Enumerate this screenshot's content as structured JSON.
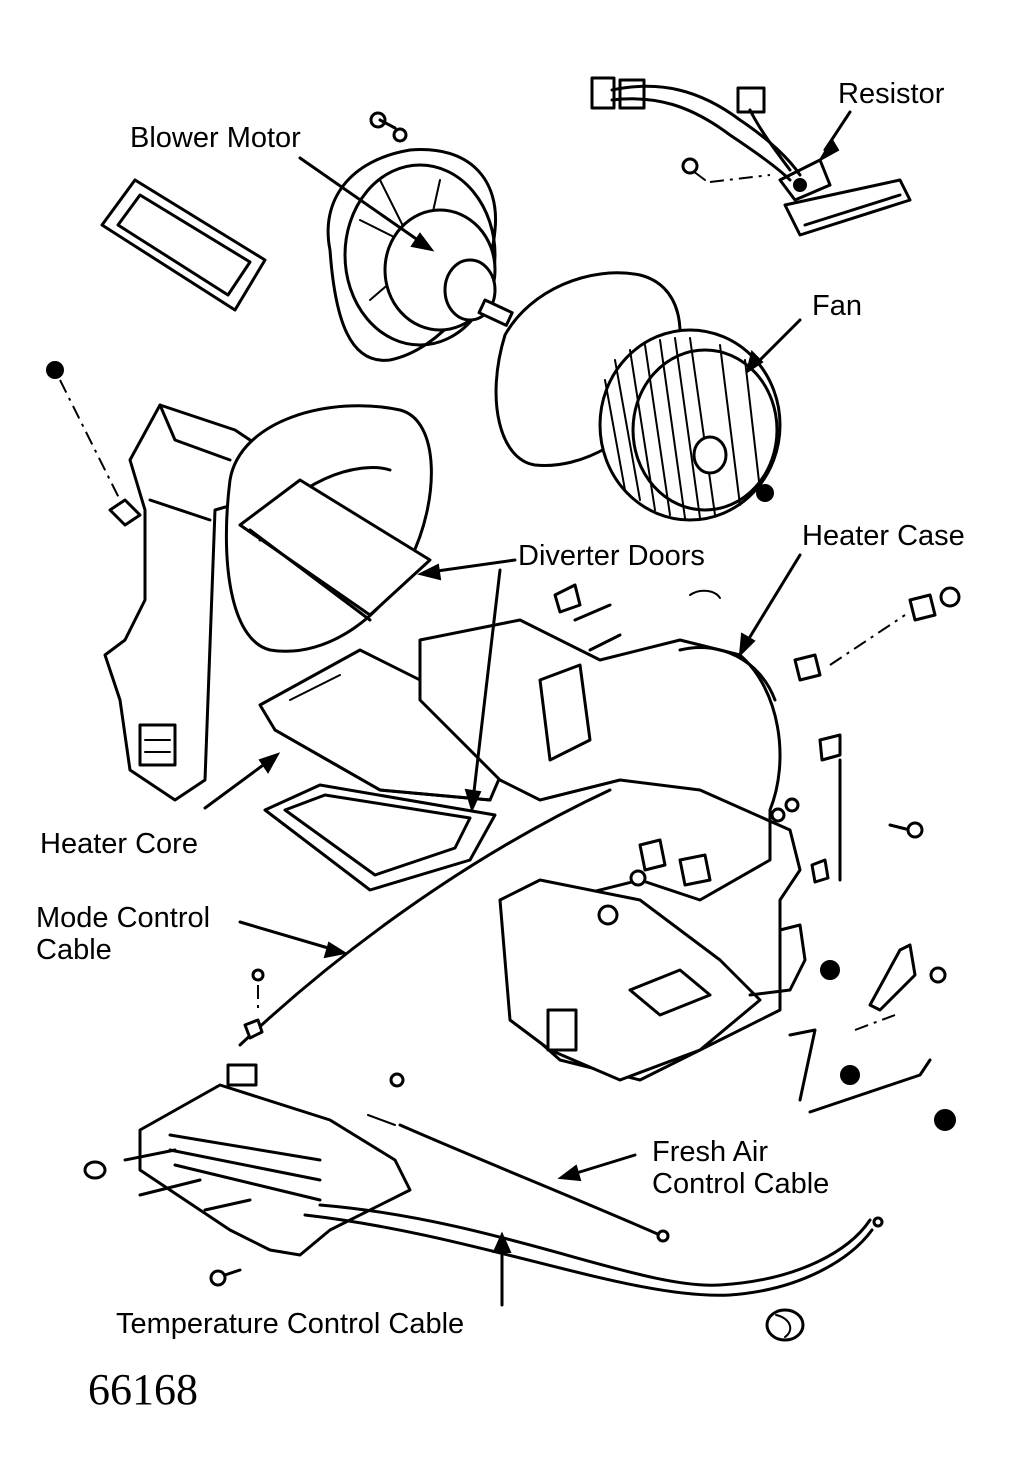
{
  "labels": {
    "resistor": "Resistor",
    "blower_motor": "Blower Motor",
    "fan": "Fan",
    "diverter_doors": "Diverter Doors",
    "heater_case": "Heater Case",
    "heater_core": "Heater Core",
    "mode_control_cable": "Mode Control\nCable",
    "fresh_air_control_cable": "Fresh Air\nControl Cable",
    "temperature_control_cable": "Temperature Control Cable"
  },
  "figure_number": "66168",
  "colors": {
    "ink": "#000000",
    "paper": "#ffffff"
  }
}
